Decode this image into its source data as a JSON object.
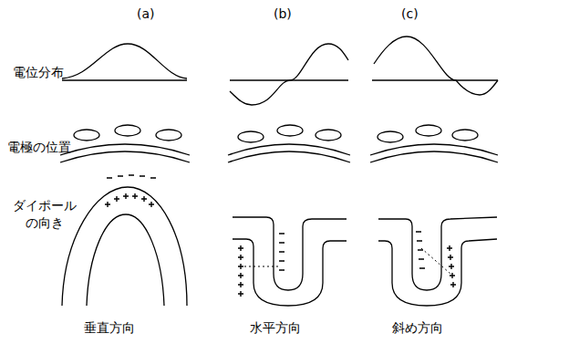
{
  "diagram": {
    "labels": [
      "(a)",
      "(b)",
      "(c)",
      "電位分布",
      "電極の位置",
      "ダイポール の向き",
      "垂直方向",
      "水平方向",
      "斜め方向"
    ]
  }
}
